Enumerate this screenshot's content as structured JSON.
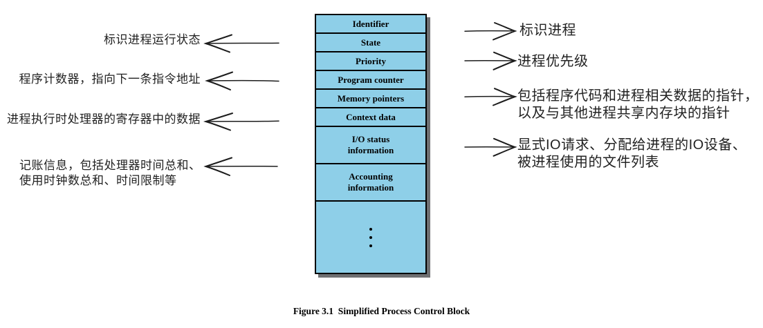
{
  "caption": "Figure 3.1  Simplified Process Control Block",
  "pcb": {
    "fill_color": "#8ECFE8",
    "border_color": "#000000",
    "shadow_color": "#6F7072",
    "ellipsis_icon": "vertical-ellipsis",
    "rows": [
      {
        "lines": [
          "Identifier"
        ]
      },
      {
        "lines": [
          "State"
        ]
      },
      {
        "lines": [
          "Priority"
        ]
      },
      {
        "lines": [
          "Program counter"
        ]
      },
      {
        "lines": [
          "Memory pointers"
        ]
      },
      {
        "lines": [
          "Context data"
        ]
      },
      {
        "lines": [
          "I/O status",
          "information"
        ]
      },
      {
        "lines": [
          "Accounting",
          "information"
        ]
      }
    ]
  },
  "left_annotations": [
    {
      "lines": [
        "标识进程运行状态"
      ]
    },
    {
      "lines": [
        "程序计数器，指向下一条指令地址"
      ]
    },
    {
      "lines": [
        "进程执行时处理器的寄存器中的数据"
      ]
    },
    {
      "lines": [
        "记账信息，包括处理器时间总和、",
        "使用时钟数总和、时间限制等"
      ]
    }
  ],
  "right_annotations": [
    {
      "lines": [
        "标识进程"
      ]
    },
    {
      "lines": [
        "进程优先级"
      ]
    },
    {
      "lines": [
        "包括程序代码和进程相关数据的指针，",
        "以及与其他进程共享内存块的指针"
      ]
    },
    {
      "lines": [
        "显式IO请求、分配给进程的IO设备、",
        "被进程使用的文件列表"
      ]
    }
  ]
}
